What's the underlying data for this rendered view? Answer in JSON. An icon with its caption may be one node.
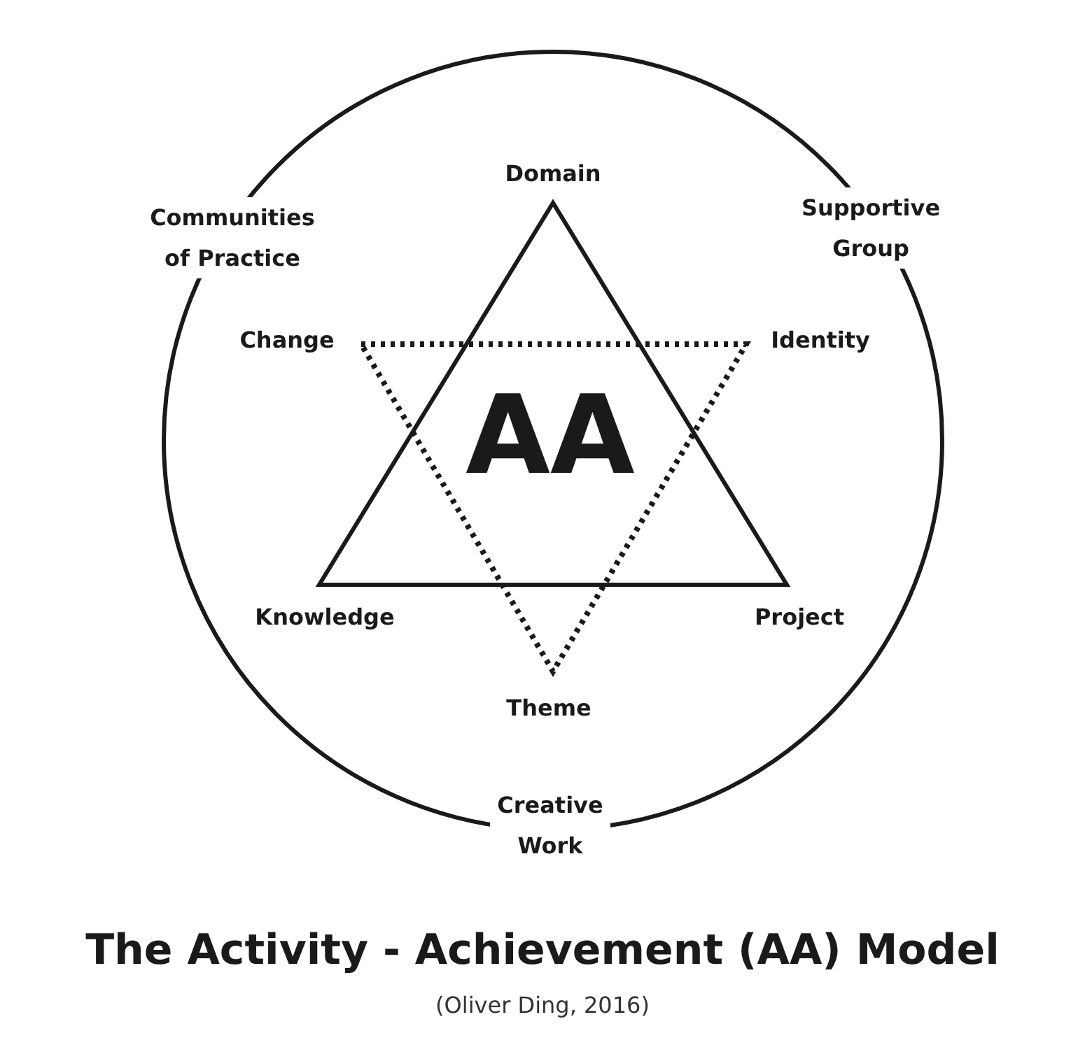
{
  "diagram": {
    "title": "The Activity - Achievement (AA) Model",
    "caption": "(Oliver Ding, 2016)",
    "nodes": [
      {
        "text": [],
        "shape": "circle"
      },
      {
        "text": [],
        "shape": "triangle",
        "in": 0
      },
      {
        "text": [],
        "shape": "triangle",
        "in": 0
      }
    ],
    "labels": [
      "Domain",
      "Communities of Practice",
      "Supportive Group",
      "Change",
      "Identity",
      "AA",
      "Knowledge",
      "Project",
      "Theme",
      "Creative Work"
    ]
  }
}
